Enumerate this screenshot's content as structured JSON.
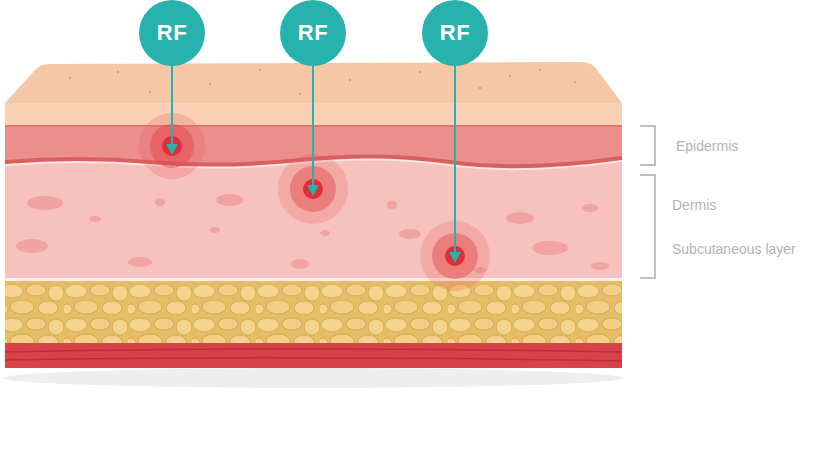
{
  "diagram": {
    "nodes": [
      {
        "text": [
          "RF"
        ]
      },
      {
        "text": [
          "RF"
        ]
      },
      {
        "text": [
          "RF"
        ]
      }
    ],
    "labels": [
      "Epidermis",
      "Dermis",
      "Subcutaneous layer"
    ]
  }
}
